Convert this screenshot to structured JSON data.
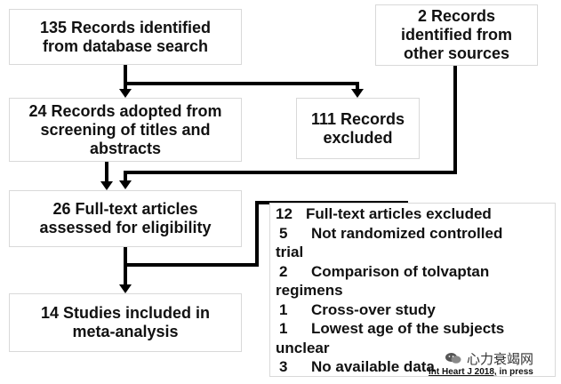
{
  "boxes": {
    "database_search": "135 Records identified from database search",
    "other_sources": "2 Records identified from other sources",
    "screening_adopted": "24 Records adopted from screening of titles and abstracts",
    "excluded_records": "111 Records excluded",
    "full_text_assessed": "26 Full-text articles assessed for eligibility",
    "studies_included": "14 Studies included in meta-analysis"
  },
  "full_text_excluded": {
    "total_count": "12",
    "total_label": "Full-text articles excluded",
    "reasons": [
      {
        "count": "5",
        "label": "Not randomized controlled",
        "cont": "trial"
      },
      {
        "count": "2",
        "label": "Comparison of tolvaptan",
        "cont": "regimens"
      },
      {
        "count": "1",
        "label": "Cross-over study",
        "cont": ""
      },
      {
        "count": "1",
        "label": "Lowest age of the subjects",
        "cont": "unclear"
      },
      {
        "count": "3",
        "label": "No available data",
        "cont": ""
      }
    ]
  },
  "watermark": "心力衰竭网",
  "citation": {
    "journal": "Int Heart J 2018,",
    "status": "in press"
  }
}
